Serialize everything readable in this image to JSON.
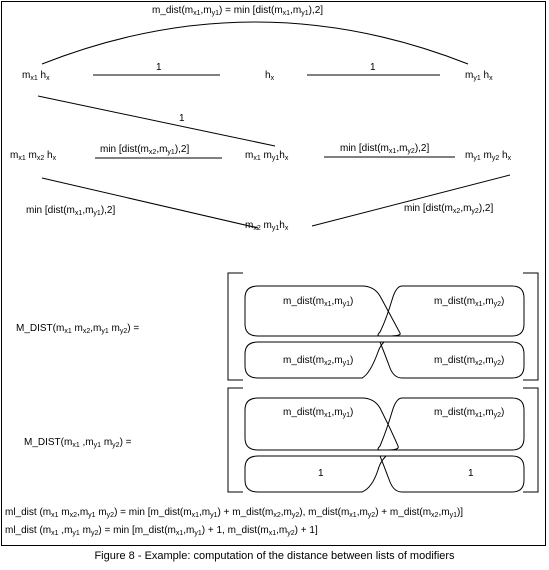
{
  "top_formula": {
    "pre": "m_dist(m",
    "s1": "x1",
    "mid": ",m",
    "s2": "y1",
    "post1": ") = min [dist(m",
    "s3": "x1",
    "mid2": ",m",
    "s4": "y1",
    "post2": "),2]"
  },
  "row1": {
    "left": {
      "a": "m",
      "as": "x1",
      "b": " h",
      "bs": "x"
    },
    "center": {
      "a": "h",
      "as": "x"
    },
    "right": {
      "a": "m",
      "as": "y1",
      "b": " h",
      "bs": "x"
    },
    "edge_left": "1",
    "edge_right": "1",
    "edge_diag": "1"
  },
  "row2": {
    "left": {
      "a": "m",
      "as": "x1",
      "b": " m",
      "bs": "x2",
      "c": "  h",
      "cs": "x"
    },
    "center": {
      "a": "m",
      "as": "x1",
      "b": "  m",
      "bs": "y1",
      "c": "h",
      "cs": "x"
    },
    "right": {
      "a": "m",
      "as": "y1",
      "b": " m",
      "bs": "y2",
      "c": " h",
      "cs": "x"
    },
    "edge_left": {
      "pre": "min [dist(m",
      "s1": "x2",
      "mid": ",m",
      "s2": "y1",
      "post": "),2]"
    },
    "edge_right": {
      "pre": "min [dist(m",
      "s1": "x1",
      "mid": ",m",
      "s2": "y2",
      "post": "),2]"
    }
  },
  "row3": {
    "bottom": {
      "a": "m",
      "as": "x2",
      "b": "  m",
      "bs": "y1",
      "c": "h",
      "cs": "x"
    },
    "edge_left": {
      "pre": "min  [dist(m",
      "s1": "x1",
      "mid": ",m",
      "s2": "y1",
      "post": "),2]"
    },
    "edge_right": {
      "pre": "min [dist(m",
      "s1": "x2",
      "mid": ",m",
      "s2": "y2",
      "post": "),2]"
    }
  },
  "matrix1": {
    "label": {
      "pre": "M_DIST(m",
      "s1": "x1",
      "mid1": " m",
      "s2": "x2",
      "mid2": ",m",
      "s3": "y1",
      "mid3": " m",
      "s4": "y2",
      "post": ") ="
    },
    "cells": [
      {
        "pre": "m_dist(m",
        "s1": "x1",
        "mid": ",m",
        "s2": "y1",
        "post": ")"
      },
      {
        "pre": "m_dist(m",
        "s1": "x1",
        "mid": ",m",
        "s2": "y2",
        "post": ")"
      },
      {
        "pre": "m_dist(m",
        "s1": "x2",
        "mid": ",m",
        "s2": "y1",
        "post": ")"
      },
      {
        "pre": "m_dist(m",
        "s1": "x2",
        "mid": ",m",
        "s2": "y2",
        "post": ")"
      }
    ]
  },
  "matrix2": {
    "label": {
      "pre": "M_DIST(m",
      "s1": "x1",
      "mid1": " ,m",
      "s2": "y1",
      "mid2": " m",
      "s3": "y2",
      "post": ")  ="
    },
    "cells": [
      {
        "pre": "m_dist(m",
        "s1": "x1",
        "mid": ",m",
        "s2": "y1",
        "post": ")"
      },
      {
        "pre": "m_dist(m",
        "s1": "x1",
        "mid": ",m",
        "s2": "y2",
        "post": ")"
      },
      {
        "pre": "1"
      },
      {
        "pre": "1"
      }
    ]
  },
  "formula1": {
    "pre": "ml_dist (m",
    "s1": "x1",
    "a": " m",
    "s2": "x2",
    "b": ",m",
    "s3": "y1",
    "c": " m",
    "s4": "y2",
    "d": ")   = min [m_dist(m",
    "s5": "x1",
    "e": ",m",
    "s6": "y1",
    "f": ") + m_dist(m",
    "s7": "x2",
    "g": ",m",
    "s8": "y2",
    "h": "), m_dist(m",
    "s9": "x1",
    "i": ",m",
    "s10": "y2",
    "j": ") + m_dist(m",
    "s11": "x2",
    "k": ",m",
    "s12": "y1",
    "l": ")]"
  },
  "formula2": {
    "pre": "ml_dist (m",
    "s1": "x1",
    "a": " ,m",
    "s2": "y1",
    "b": " m",
    "s3": "y2",
    "c": ")          = min [m_dist(m",
    "s4": "x1",
    "d": ",m",
    "s5": "y1",
    "e": ") + 1, m_dist(m",
    "s6": "x1",
    "f": ",m",
    "s7": "y2",
    "g": ") + 1]"
  },
  "caption": "Figure 8  - Example: computation of the distance between lists of modifiers"
}
